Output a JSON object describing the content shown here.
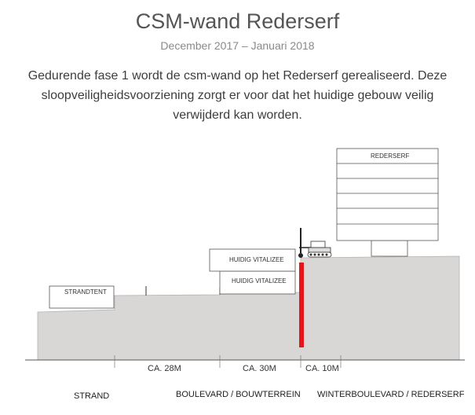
{
  "header": {
    "title": "CSM-wand Rederserf",
    "subtitle": "December 2017 – Januari 2018",
    "intro": "Gedurende fase 1 wordt de csm-wand op het Rederserf gerealiseerd. Deze sloopveiligheidsvoorziening zorgt er voor dat het huidige gebouw veilig verwijderd kan worden."
  },
  "diagram": {
    "buildings": {
      "strandtent": "STRANDTENT",
      "vitalizee_top": "HUIDIG VITALIZEE",
      "vitalizee_bottom": "HUIDIG VITALIZEE",
      "rederserf": "REDERSERF"
    },
    "distances": {
      "d1": "CA. 28M",
      "d2": "CA. 30M",
      "d3": "CA. 10M"
    },
    "zones": {
      "strand": "STRAND",
      "boulevard": "BOULEVARD / BOUWTERREIN",
      "winterboulevard": "WINTERBOULEVARD / REDERSERF"
    },
    "colors": {
      "ground": "#d9d6d6",
      "csm_wall": "#e8141b",
      "outline": "#555555"
    }
  }
}
